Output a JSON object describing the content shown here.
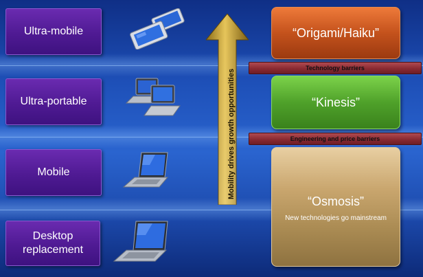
{
  "tiers": [
    {
      "label": "Ultra-mobile"
    },
    {
      "label": "Ultra-portable"
    },
    {
      "label": "Mobile"
    },
    {
      "label": "Desktop replacement"
    }
  ],
  "arrow": {
    "label": "Mobility drives growth opportunities",
    "color": "#c9a23a"
  },
  "boxes": {
    "origami": {
      "title": "“Origami/Haiku”",
      "color": "#c4521c"
    },
    "kinesis": {
      "title": "“Kinesis”",
      "color": "#4fa12a"
    },
    "osmosis": {
      "title": "“Osmosis”",
      "subtitle": "New technologies go mainstream",
      "color": "#b7925e"
    }
  },
  "barriers": {
    "technology": "Technology barriers",
    "engineering": "Engineering and price barriers"
  },
  "colors": {
    "tier": "#5a1f9e",
    "barrier": "#8a2a32",
    "background": "#1e50b8"
  }
}
